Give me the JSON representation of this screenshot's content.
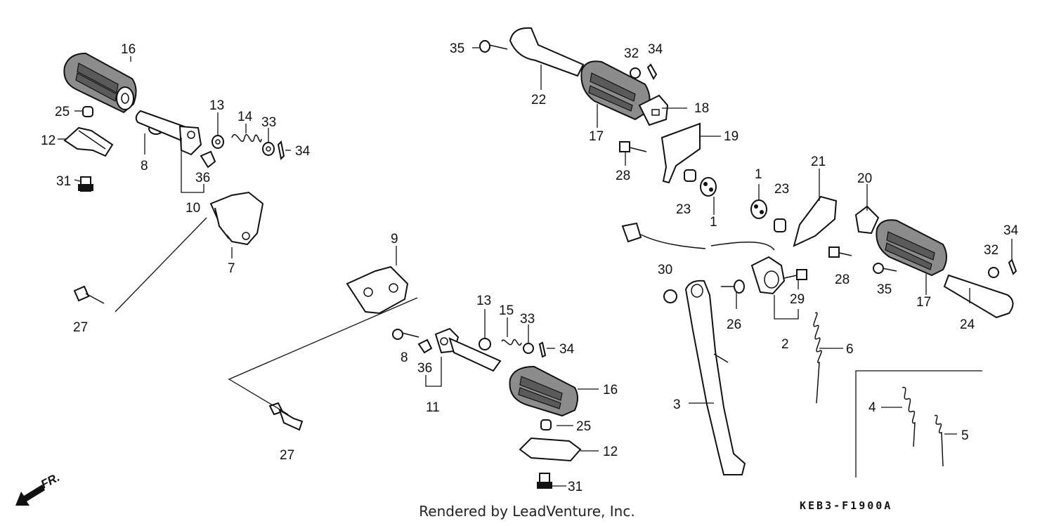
{
  "labels": {
    "l16a": "16",
    "l25a": "25",
    "l12a": "12",
    "l31a": "31",
    "l8a": "8",
    "l13a": "13",
    "l14": "14",
    "l33a": "33",
    "l34a": "34",
    "l36a": "36",
    "l10": "10",
    "l7": "7",
    "l27a": "27",
    "l9": "9",
    "l13b": "13",
    "l15": "15",
    "l33b": "33",
    "l34b": "34",
    "l8b": "8",
    "l36b": "36",
    "l11": "11",
    "l16b": "16",
    "l25b": "25",
    "l12b": "12",
    "l31b": "31",
    "l27b": "27",
    "l35a": "35",
    "l22": "22",
    "l32a": "32",
    "l34c": "34",
    "l18": "18",
    "l17a": "17",
    "l19": "19",
    "l28a": "28",
    "l1a": "1",
    "l23a": "23",
    "l1b": "1",
    "l23b": "23",
    "l21": "21",
    "l20": "20",
    "l34d": "34",
    "l32b": "32",
    "l28b": "28",
    "l35b": "35",
    "l17b": "17",
    "l24": "24",
    "l30": "30",
    "l26": "26",
    "l29": "29",
    "l2": "2",
    "l6": "6",
    "l3": "3",
    "l4": "4",
    "l5": "5"
  },
  "front_indicator": "FR.",
  "watermark": "Rendered by LeadVenture, Inc.",
  "diagram_code": "KEB3-F1900A",
  "icons": {
    "front_arrow": "arrow-down-left-icon"
  }
}
